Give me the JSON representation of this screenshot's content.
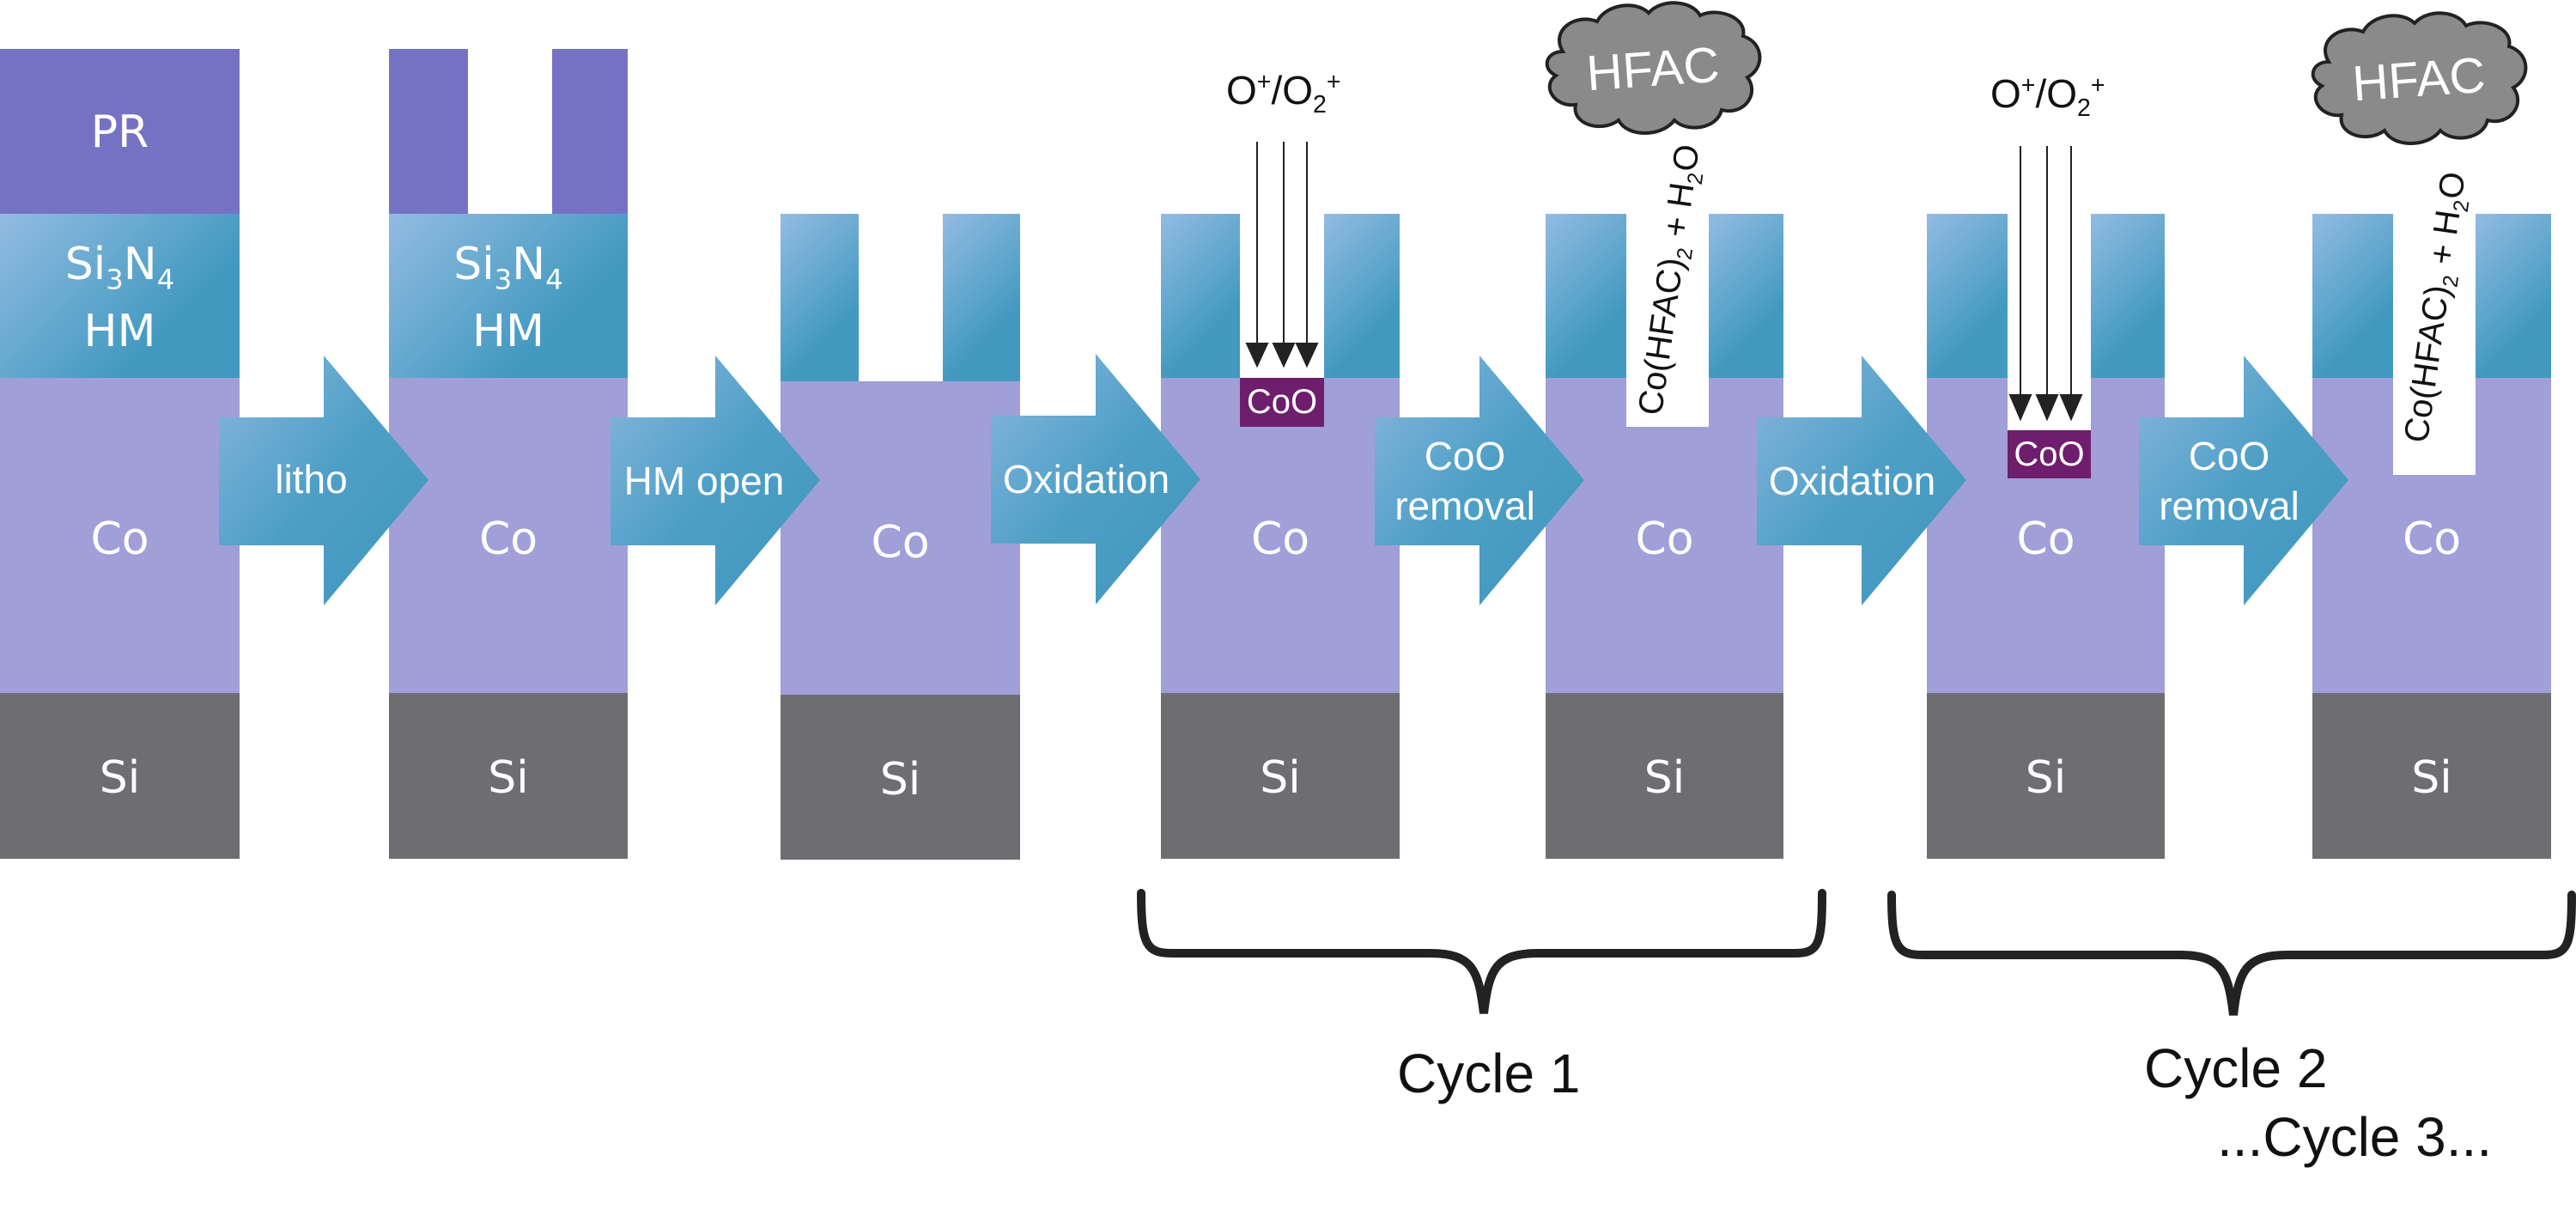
{
  "diagram": {
    "title": "Cobalt thermal atomic layer etching process flow",
    "colors": {
      "photoresist": "#7672c3",
      "hardmask": "#4299c0",
      "hardmask_light": "#93bbe2",
      "cobalt": "#a09fd8",
      "silicon": "#6e6e72",
      "cobalt_oxide": "#6e1e6c",
      "cloud": "#8a8a8a",
      "text_dark": "#111111"
    },
    "layers": {
      "pr": "PR",
      "hm_formula_main1": "Si",
      "hm_formula_sub1": "3",
      "hm_formula_main2": "N",
      "hm_formula_sub2": "4",
      "hm_line2": "HM",
      "co": "Co",
      "si": "Si",
      "coo": "CoO"
    },
    "steps": [
      {
        "label": "litho"
      },
      {
        "label": "HM open"
      },
      {
        "label": "Oxidation"
      },
      {
        "label_line1": "CoO",
        "label_line2": "removal"
      },
      {
        "label": "Oxidation"
      },
      {
        "label_line1": "CoO",
        "label_line2": "removal"
      }
    ],
    "oxidation_species": {
      "o": "O",
      "plus": "+",
      "slash": "/O",
      "sub2": "2",
      "plus2": "+"
    },
    "removal": {
      "cloud_label": "HFAC",
      "product_prefix": "Co(HFAC)",
      "product_sub": "2",
      "product_mid": " + H",
      "product_sub2": "2",
      "product_suffix": "O"
    },
    "cycles": {
      "cycle1": "Cycle 1",
      "cycle2": "Cycle 2",
      "cycle3": "...Cycle 3..."
    }
  }
}
